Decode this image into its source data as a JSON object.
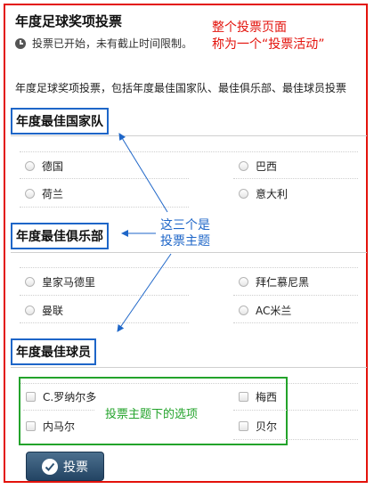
{
  "poll": {
    "title": "年度足球奖项投票",
    "status_text": "投票已开始，未有截止时间限制。",
    "description": "年度足球奖项投票，包括年度最佳国家队、最佳俱乐部、最佳球员投票"
  },
  "annotations": {
    "red_line1": "整个投票页面",
    "red_line2": "称为一个“投票活动”",
    "blue_line1": "这三个是",
    "blue_line2": "投票主题",
    "green": "投票主题下的选项"
  },
  "topics": [
    {
      "title": "年度最佳国家队",
      "options": [
        "德国",
        "巴西",
        "荷兰",
        "意大利"
      ],
      "input": "radio"
    },
    {
      "title": "年度最佳俱乐部",
      "options": [
        "皇家马德里",
        "拜仁慕尼黑",
        "曼联",
        "AC米兰"
      ],
      "input": "radio"
    },
    {
      "title": "年度最佳球员",
      "options": [
        "C.罗纳尔多",
        "梅西",
        "内马尔",
        "贝尔"
      ],
      "input": "checkbox"
    }
  ],
  "vote_button": {
    "label": "投票"
  },
  "colors": {
    "red": "#e3120b",
    "blue": "#1e66c8",
    "green": "#23a32b",
    "button": "#2f5373"
  }
}
